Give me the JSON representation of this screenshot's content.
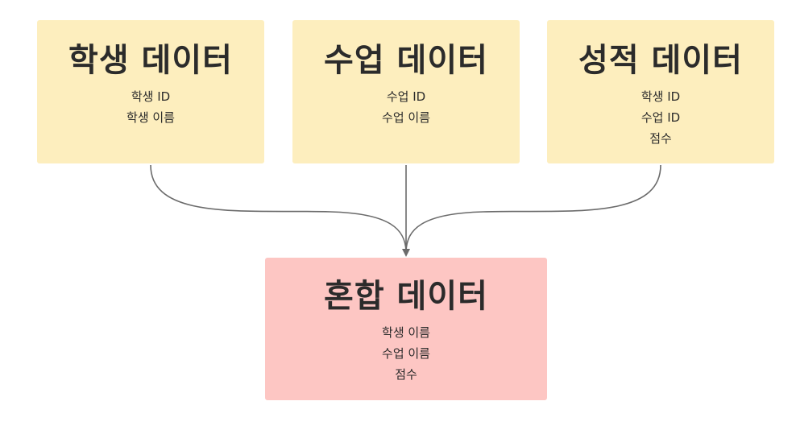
{
  "boxes": {
    "student": {
      "title": "학생 데이터",
      "fields": [
        "학생 ID",
        "학생 이름"
      ]
    },
    "class": {
      "title": "수업 데이터",
      "fields": [
        "수업 ID",
        "수업 이름"
      ]
    },
    "grade": {
      "title": "성적 데이터",
      "fields": [
        "학생 ID",
        "수업 ID",
        "점수"
      ]
    },
    "merged": {
      "title": "혼합 데이터",
      "fields": [
        "학생 이름",
        "수업 이름",
        "점수"
      ]
    }
  },
  "colors": {
    "source_fill": "#fdeebe",
    "merged_fill": "#fdc6c3",
    "connector": "#6b6b6b",
    "text": "#2b2b2b"
  }
}
